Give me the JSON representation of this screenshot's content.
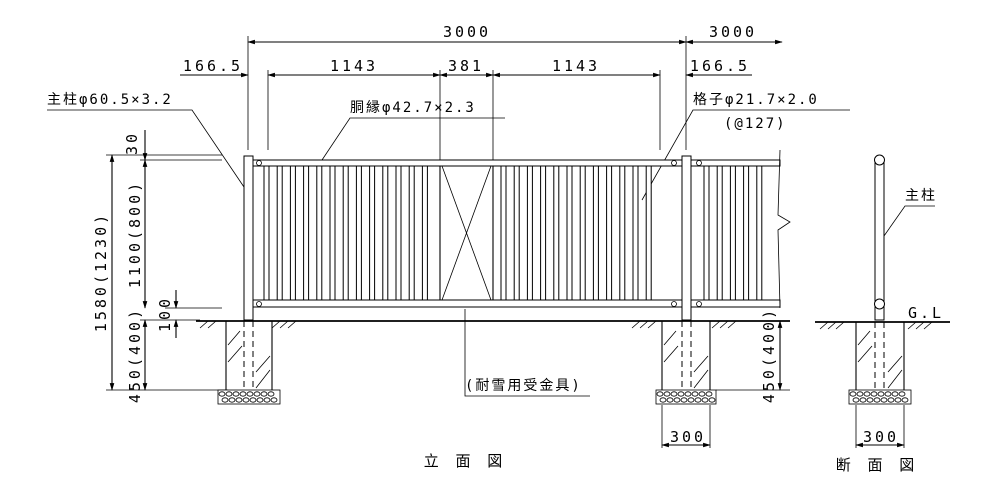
{
  "dimensions": {
    "span_main": "3000",
    "span_next": "3000",
    "edge_left": "166.5",
    "panel_left": "1143",
    "center_gap": "381",
    "panel_right": "1143",
    "edge_right": "166.5",
    "top_offset": "30",
    "total_height": "1580(1230)",
    "fence_height": "1100(800)",
    "bottom_gap": "100",
    "foundation_depth_left": "450(400)",
    "foundation_depth_right": "450(400)",
    "foundation_width_elevation": "300",
    "foundation_width_section": "300"
  },
  "labels": {
    "main_post": "主柱φ60.5×3.2",
    "rail": "胴縁φ42.7×2.3",
    "picket": "格子φ21.7×2.0",
    "picket_pitch": "(@127)",
    "snow_bracket": "(耐雪用受金具)",
    "section_post": "主柱",
    "ground_level": "G.L"
  },
  "captions": {
    "elevation": "立 面 図",
    "section": "断 面 図"
  }
}
